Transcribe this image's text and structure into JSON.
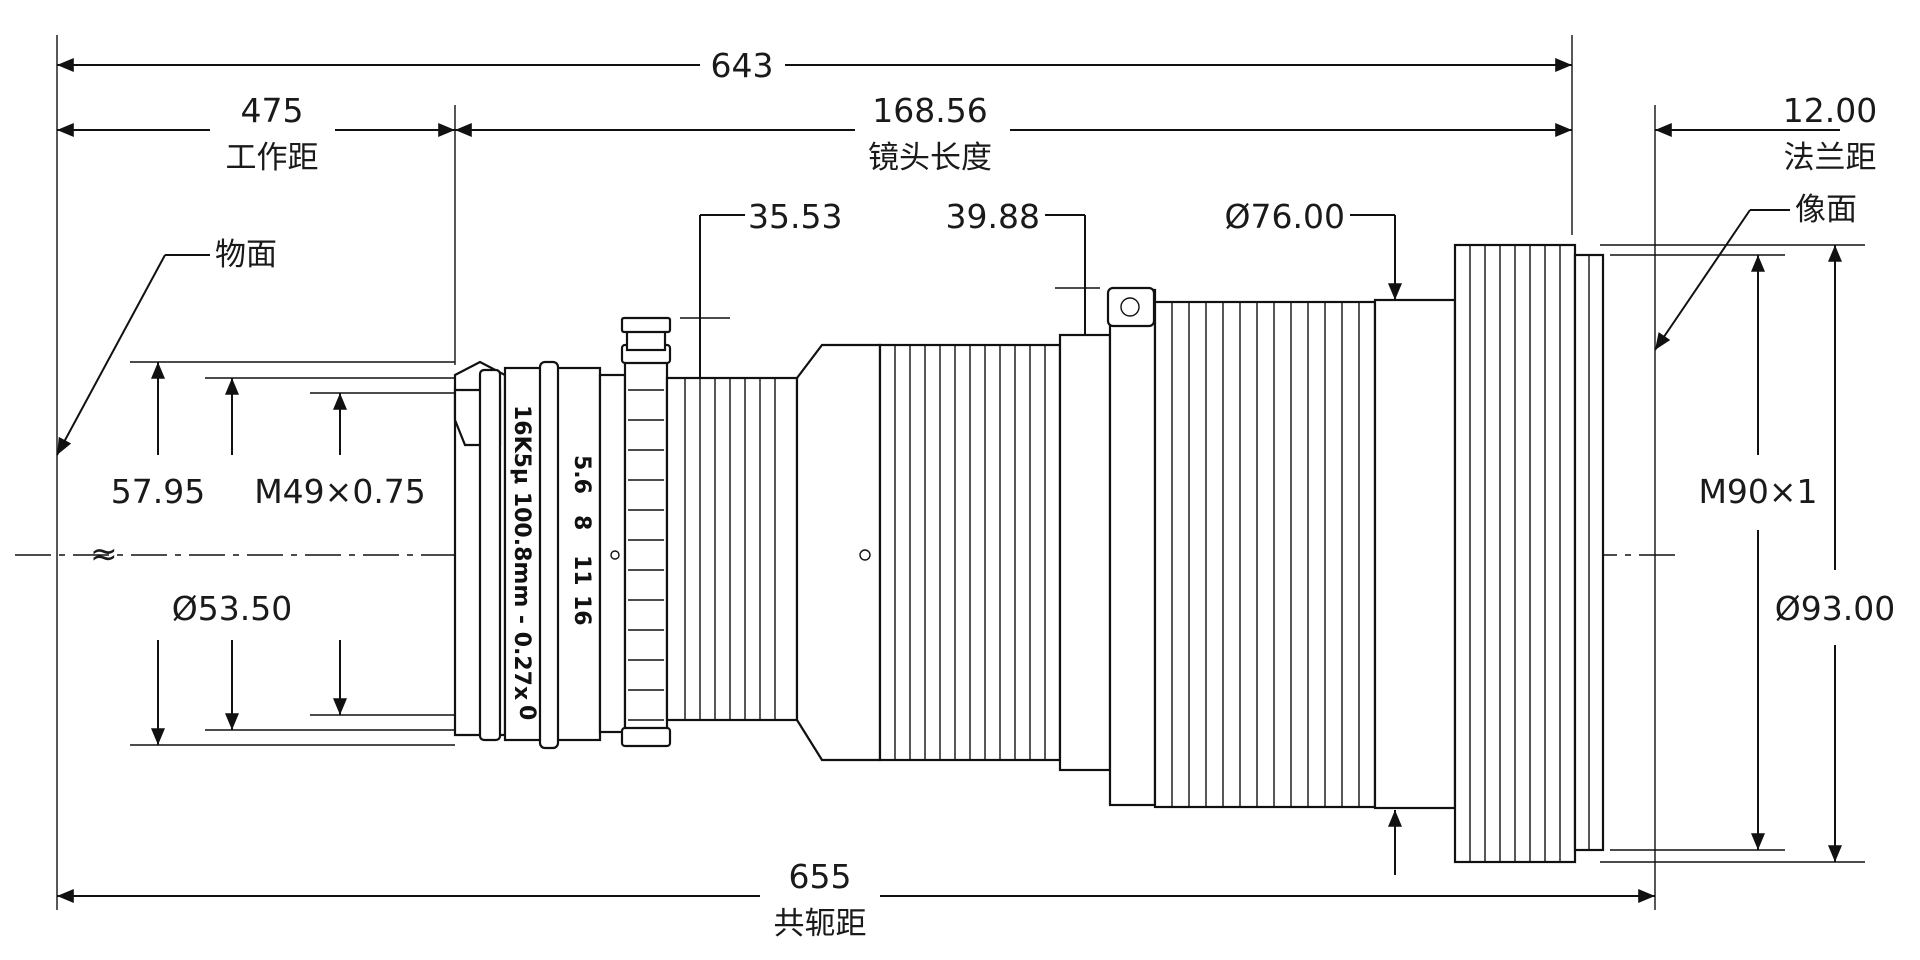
{
  "dimensions": {
    "conjugate_top": "643",
    "working_distance": "475",
    "working_distance_label": "工作距",
    "lens_length": "168.56",
    "lens_length_label": "镜头长度",
    "flange_distance": "12.00",
    "flange_distance_label": "法兰距",
    "object_plane_label": "物面",
    "image_plane_label": "像面",
    "dim_3553": "35.53",
    "dim_3988": "39.88",
    "dia_76": "Ø76.00",
    "dim_5795": "57.95",
    "thread_front": "M49×0.75",
    "dia_5350": "Ø53.50",
    "thread_rear": "M90×1",
    "dia_93": "Ø93.00",
    "conjugate_bottom": "655",
    "conjugate_label": "共轭距",
    "approx_symbol": "≈"
  },
  "lens_markings": {
    "model": "16K5μ 100.8mm - 0.27x",
    "zero_mark": "0",
    "aperture_values": [
      "5.6",
      "8",
      "11",
      "16"
    ]
  }
}
